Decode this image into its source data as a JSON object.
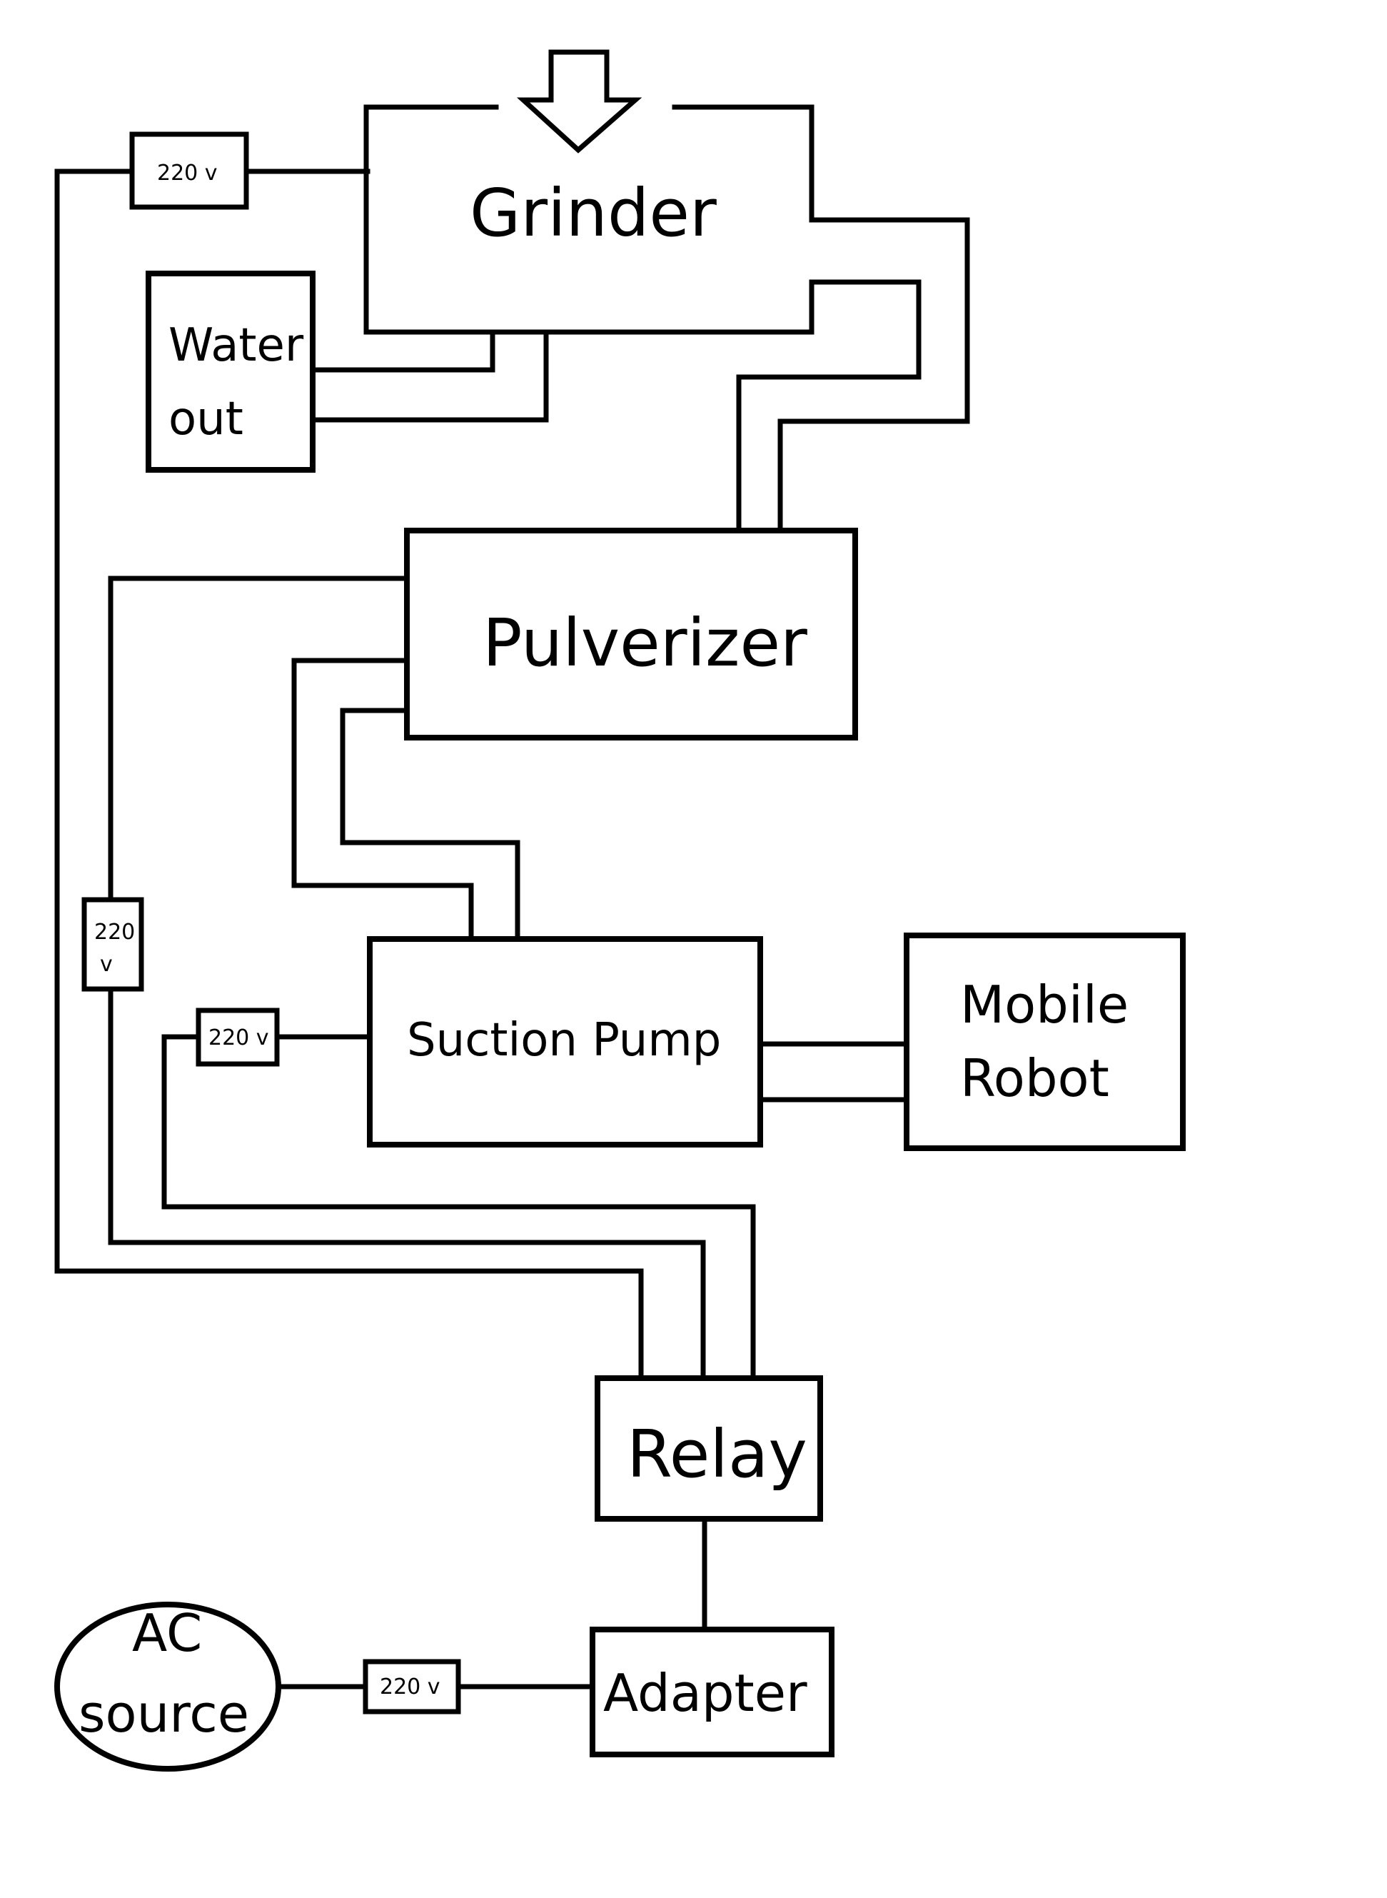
{
  "diagram": {
    "nodes": {
      "grinder": "Grinder",
      "water_out_line1": "Water",
      "water_out_line2": "out",
      "pulverizer": "Pulverizer",
      "suction_pump": "Suction Pump",
      "mobile_robot_line1": "Mobile",
      "mobile_robot_line2": "Robot",
      "relay": "Relay",
      "adapter": "Adapter",
      "ac_source_line1": "AC",
      "ac_source_line2": "source"
    },
    "voltage_labels": {
      "grinder_supply": "220 v",
      "pulverizer_supply_line1": "220",
      "pulverizer_supply_line2": "v",
      "pump_supply": "220 v",
      "ac_supply": "220 v"
    },
    "input_arrow_icon": "down-arrow-icon"
  }
}
